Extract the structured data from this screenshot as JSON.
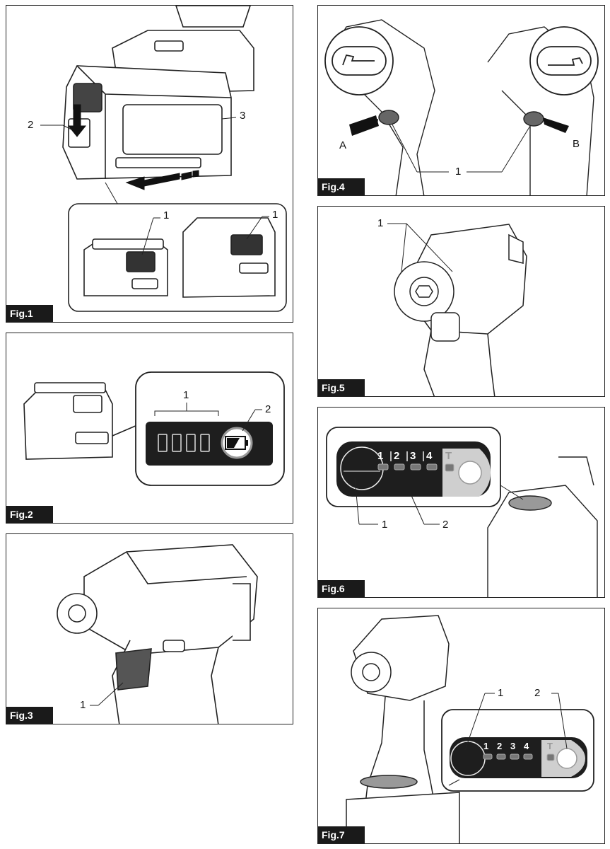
{
  "figures": {
    "fig1": {
      "label": "Fig.1",
      "callouts": [
        "1",
        "1",
        "2",
        "3"
      ]
    },
    "fig2": {
      "label": "Fig.2",
      "callouts": [
        "1",
        "2"
      ]
    },
    "fig3": {
      "label": "Fig.3",
      "callouts": [
        "1"
      ]
    },
    "fig4": {
      "label": "Fig.4",
      "callouts": [
        "A",
        "B",
        "1"
      ]
    },
    "fig5": {
      "label": "Fig.5",
      "callouts": [
        "1"
      ]
    },
    "fig6": {
      "label": "Fig.6",
      "callouts": [
        "1",
        "2"
      ],
      "panel_numbers": [
        "1",
        "2",
        "3",
        "4"
      ],
      "panel_t": "T"
    },
    "fig7": {
      "label": "Fig.7",
      "callouts": [
        "1",
        "2"
      ],
      "panel_numbers": [
        "1",
        "2",
        "3",
        "4"
      ],
      "panel_t": "T"
    }
  }
}
